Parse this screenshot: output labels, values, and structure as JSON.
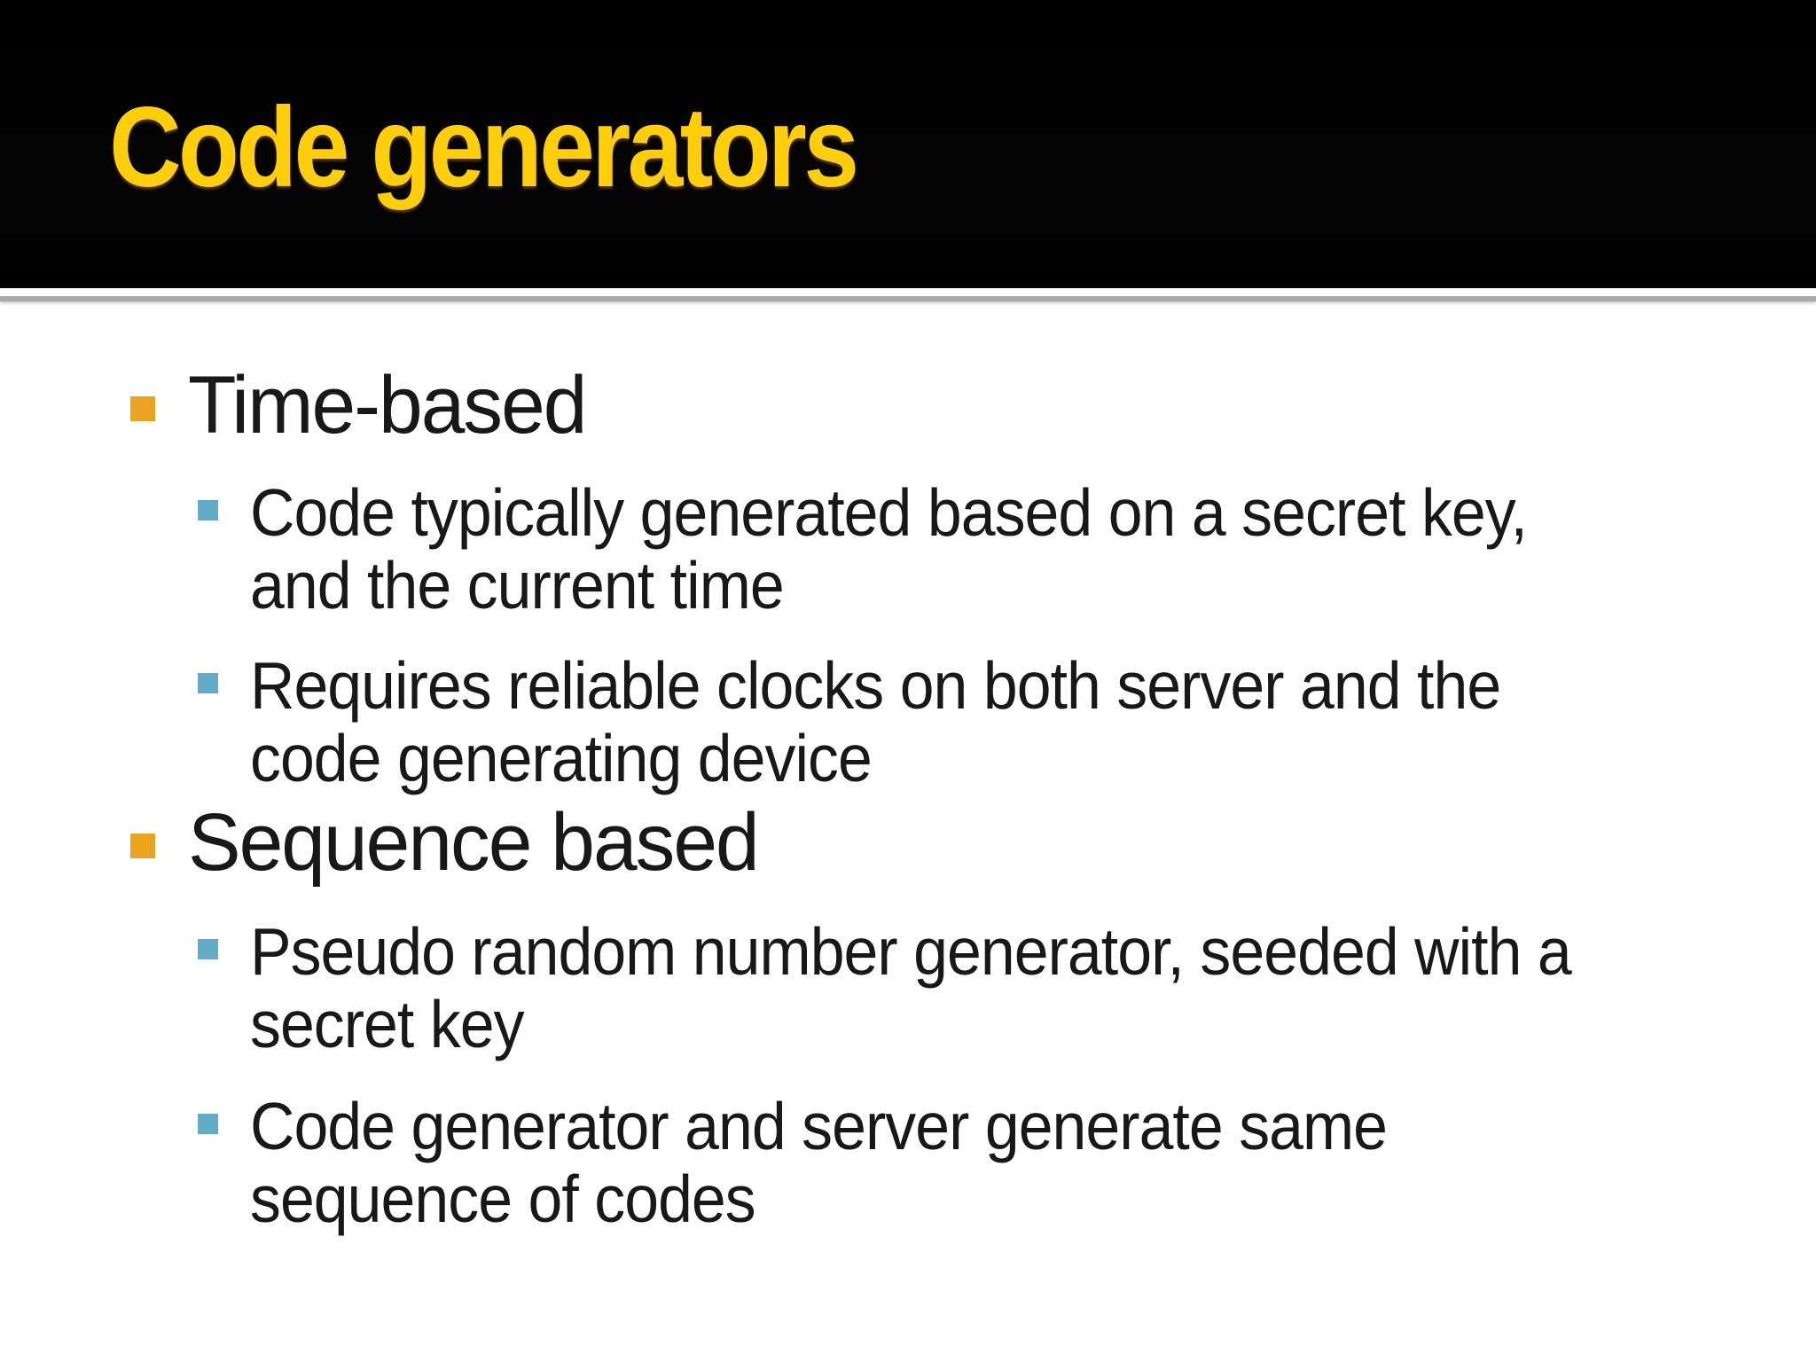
{
  "slide": {
    "title": "Code generators",
    "colors": {
      "header_bg": "#000000",
      "title": "#FFCE0A",
      "divider": "#A8A8AE",
      "body_text": "#181818",
      "level1_bullet": "#EAA41E",
      "level2_bullet": "#60ACC8",
      "slide_bg": "#FFFFFF"
    },
    "bullets": [
      {
        "level": 1,
        "lines": [
          "Time-based"
        ]
      },
      {
        "level": 2,
        "lines": [
          "Code typically generated based on a secret key,",
          "and the current time"
        ]
      },
      {
        "level": 2,
        "lines": [
          "Requires reliable clocks on both server and the",
          "code generating device"
        ]
      },
      {
        "level": 1,
        "lines": [
          "Sequence based"
        ]
      },
      {
        "level": 2,
        "lines": [
          "Pseudo random number generator, seeded with a",
          "secret key"
        ]
      },
      {
        "level": 2,
        "lines": [
          "Code generator and server generate same",
          "sequence of codes"
        ]
      }
    ]
  }
}
